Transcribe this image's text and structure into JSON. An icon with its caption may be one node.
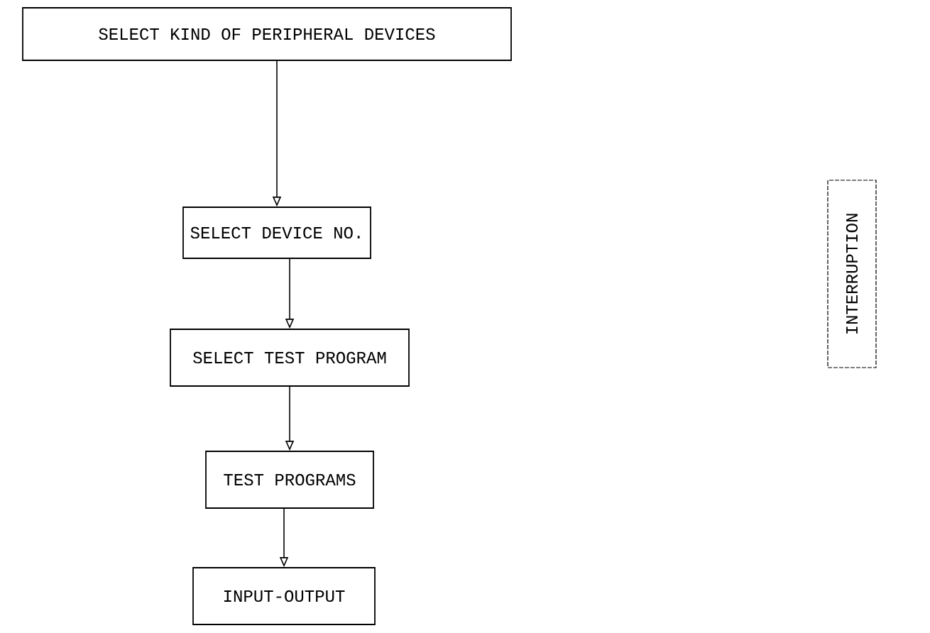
{
  "diagram": {
    "nodes": [
      {
        "text": [
          "SELECT KIND OF PERIPHERAL DEVICES"
        ]
      },
      {
        "text": [
          "SELECT DEVICE NO."
        ]
      },
      {
        "text": [
          "SELECT TEST PROGRAM"
        ]
      },
      {
        "text": [
          "TEST PROGRAMS"
        ]
      },
      {
        "text": [
          "INPUT-OUTPUT"
        ]
      },
      {
        "text": [
          "INTERRUPTION"
        ]
      }
    ],
    "edges": [
      {
        "from": 0,
        "to": 1,
        "arrow": "to"
      },
      {
        "from": 1,
        "to": 2,
        "arrow": "to"
      },
      {
        "from": 2,
        "to": 3,
        "arrow": "to"
      },
      {
        "from": 3,
        "to": 4,
        "arrow": "to"
      }
    ]
  }
}
